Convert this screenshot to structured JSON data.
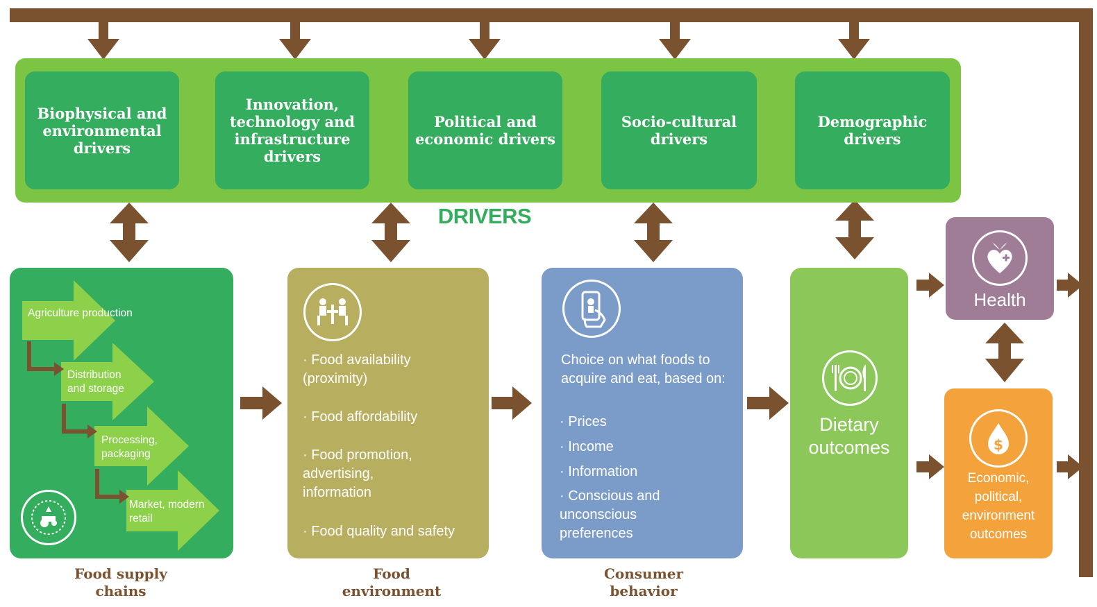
{
  "drivers": {
    "label": "DRIVERS",
    "items": [
      {
        "label": "Biophysical and environmental drivers"
      },
      {
        "label": "Innovation, technology and infrastructure drivers"
      },
      {
        "label": "Political and economic drivers"
      },
      {
        "label": "Socio-cultural drivers"
      },
      {
        "label": "Demographic drivers"
      }
    ]
  },
  "food_supply_chains": {
    "caption": "Food supply chains",
    "steps": [
      "Agriculture production",
      "Distribution and storage",
      "Processing, packaging",
      "Market, modern retail"
    ],
    "icon": "agriculture-seal-icon"
  },
  "food_environment": {
    "caption": "Food environment",
    "icon": "dining-people-icon",
    "bullets": [
      "· Food availability (proximity)",
      "· Food affordability",
      "· Food promotion, advertising, information",
      "· Food quality and safety"
    ]
  },
  "consumer_behavior": {
    "caption": "Consumer behavior",
    "icon": "phone-hand-icon",
    "intro": "Choice on what foods to acquire and eat, based on:",
    "bullets": [
      "· Prices",
      "· Income",
      "· Information",
      "· Conscious and unconscious preferences"
    ]
  },
  "dietary_outcomes": {
    "label": "Dietary outcomes",
    "icon": "plate-fork-knife-icon"
  },
  "health": {
    "label": "Health",
    "icon": "heart-plus-icon"
  },
  "econ_outcomes": {
    "label": "Economic, political, environment outcomes",
    "icon": "dollar-drop-icon"
  },
  "colors": {
    "brown": "#7a5230",
    "driver_band": "#7bc444",
    "driver_box": "#35ad5e",
    "supply_panel": "#35ad5e",
    "env_panel": "#b8ae5f",
    "consumer_panel": "#7b9cc8",
    "dietary_panel": "#8cc75a",
    "health_panel": "#a07d96",
    "econ_panel": "#f4a33c",
    "chain_arrow": "#8dd14a"
  }
}
